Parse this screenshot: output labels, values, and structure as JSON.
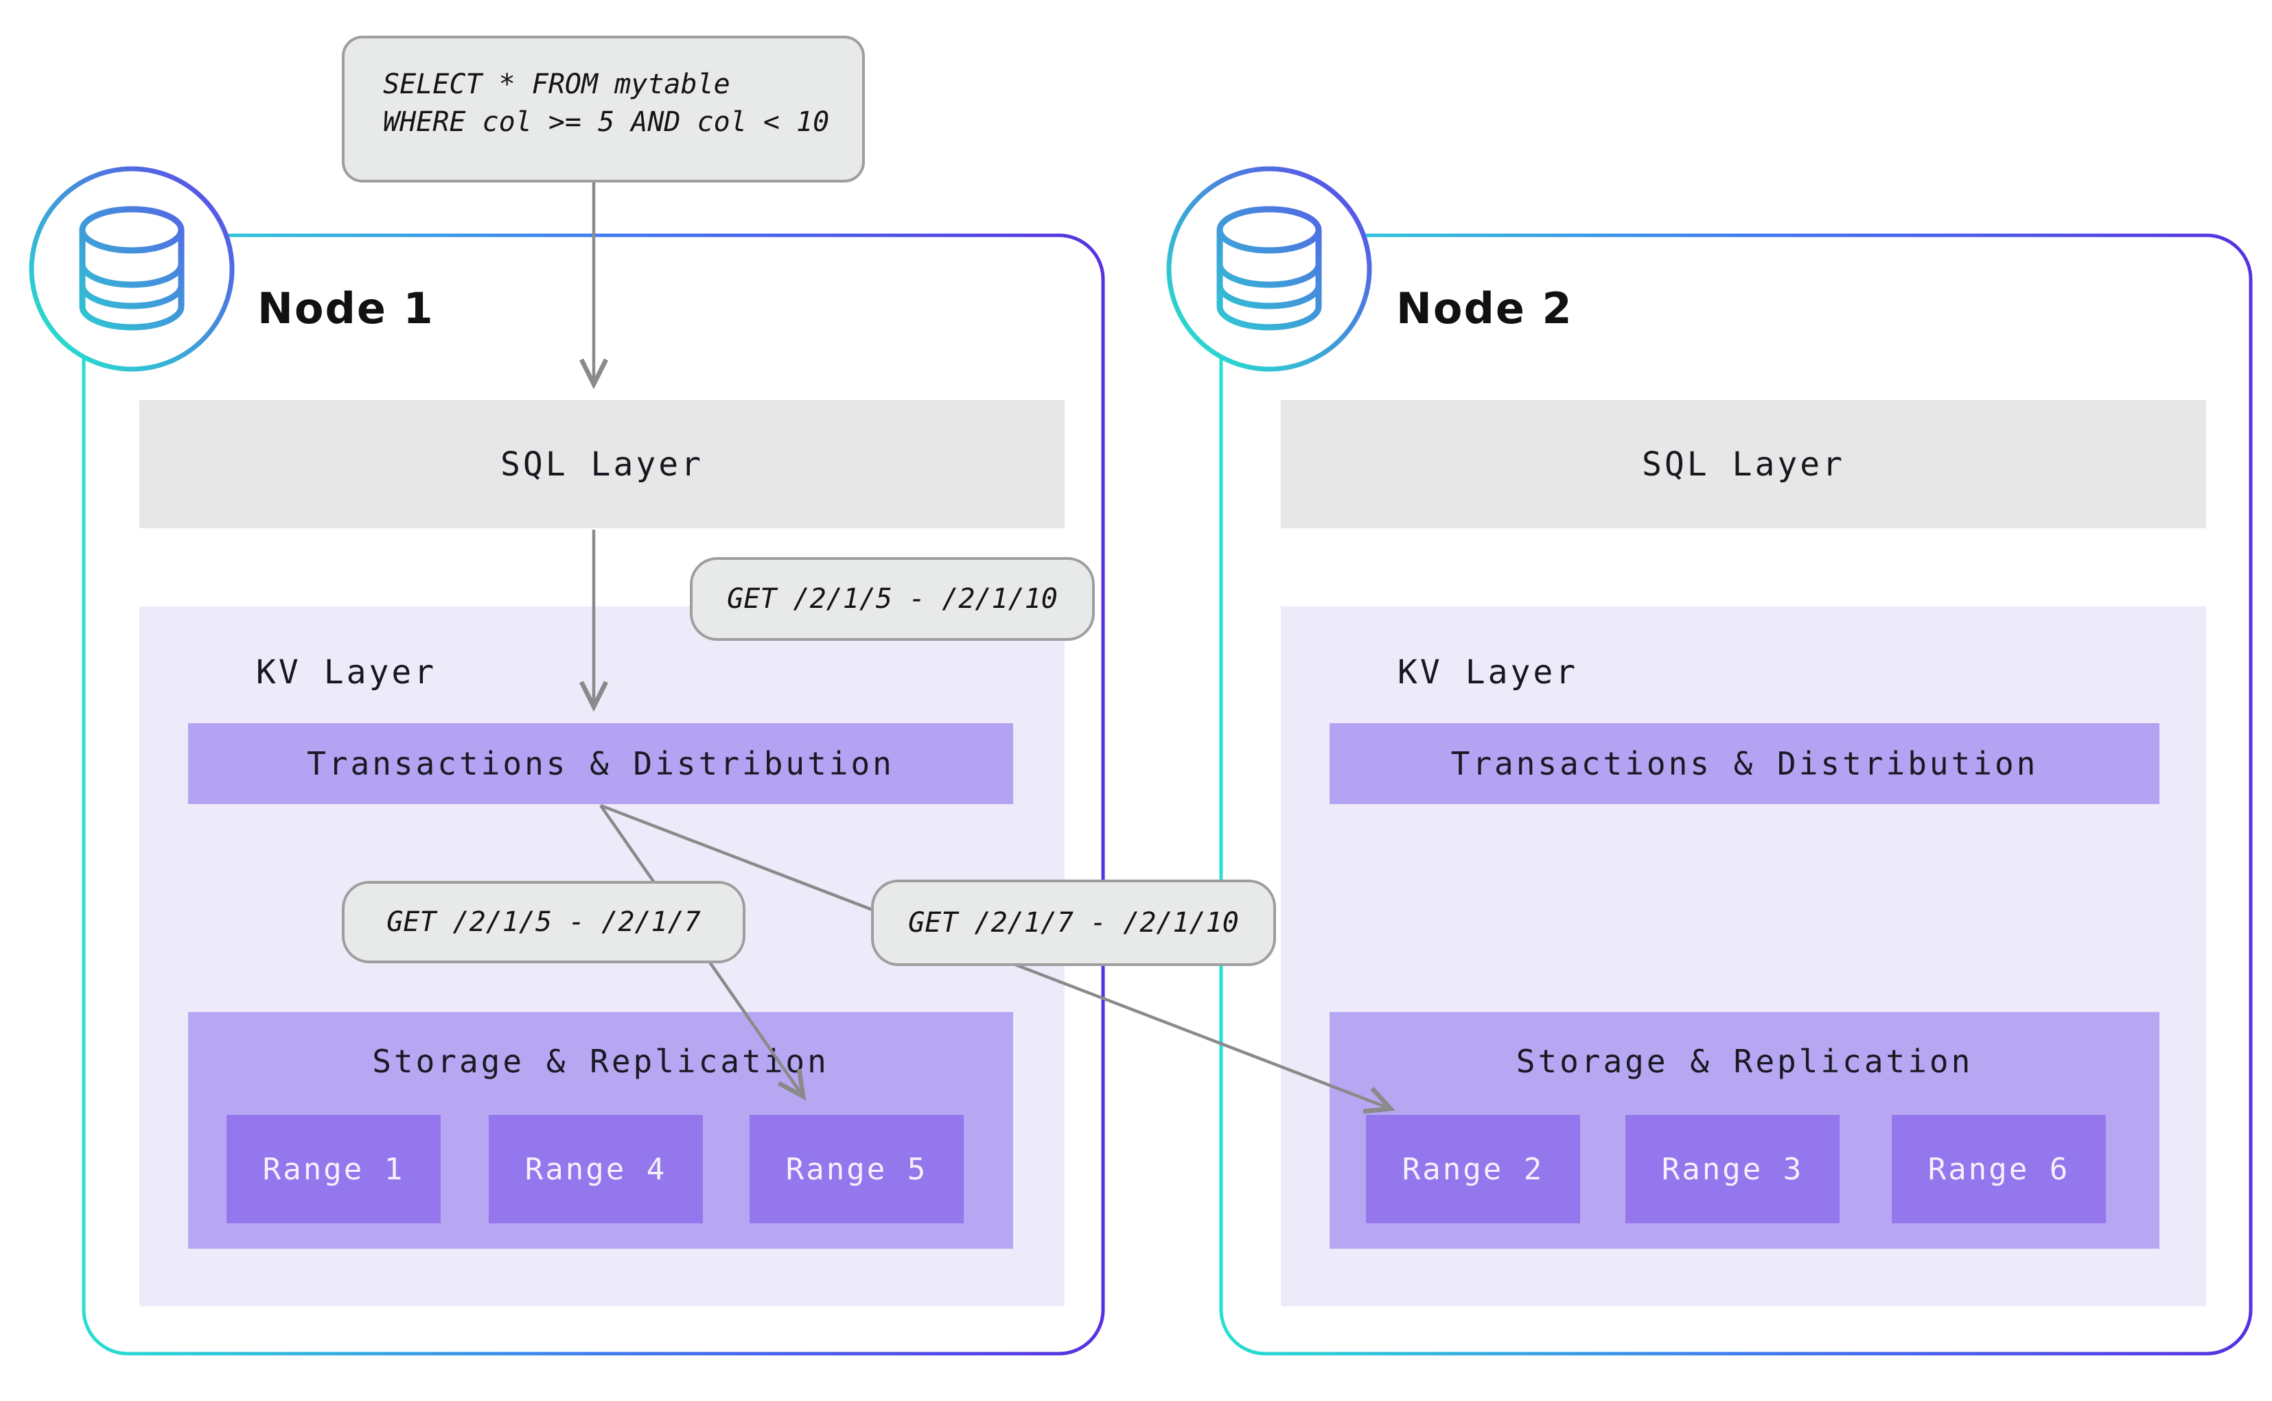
{
  "query": {
    "line1": "SELECT * FROM mytable",
    "line2": "WHERE col >= 5 AND col < 10"
  },
  "get_labels": {
    "full": "GET /2/1/5 - /2/1/10",
    "left": "GET /2/1/5 - /2/1/7",
    "right": "GET /2/1/7 - /2/1/10"
  },
  "nodes": [
    {
      "title": "Node 1",
      "sql_layer": "SQL Layer",
      "kv_layer": "KV Layer",
      "transactions": "Transactions & Distribution",
      "storage": "Storage & Replication",
      "ranges": [
        "Range 1",
        "Range 4",
        "Range 5"
      ]
    },
    {
      "title": "Node 2",
      "sql_layer": "SQL Layer",
      "kv_layer": "KV Layer",
      "transactions": "Transactions & Distribution",
      "storage": "Storage & Replication",
      "ranges": [
        "Range 2",
        "Range 3",
        "Range 6"
      ]
    }
  ],
  "colors": {
    "accent_teal": "#28DFD0",
    "accent_blue": "#3E7BF0",
    "accent_violet": "#5731E0",
    "sql_fill": "#E6E7E6",
    "kv_fill": "#EDEAFA",
    "bar_fill": "#B4A2F2",
    "storage_fill": "#B7A7F2",
    "range_fill": "#9477EC",
    "label_box_fill": "#E8EAE9",
    "label_box_border": "#9E9E9E",
    "arrow": "#8A8A8A",
    "text_dark": "#17171F"
  }
}
